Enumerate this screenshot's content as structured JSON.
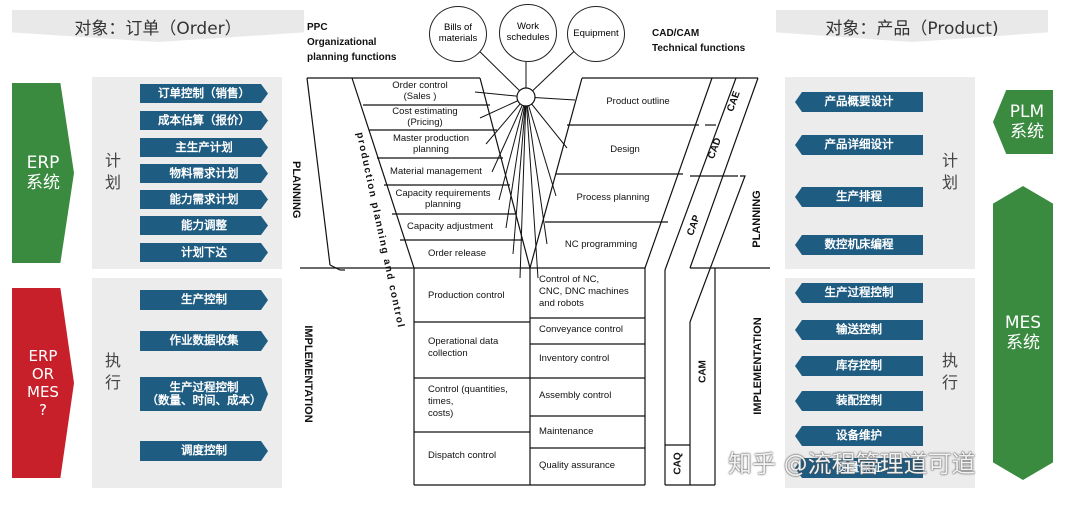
{
  "header_left": "对象：订单（Order）",
  "header_right": "对象：产品（Product)",
  "left_top": {
    "system": "ERP\n系统",
    "label": "计\n划",
    "items": [
      "订单控制（销售）",
      "成本估算（报价）",
      "主生产计划",
      "物料需求计划",
      "能力需求计划",
      "能力调整",
      "计划下达"
    ]
  },
  "left_bottom": {
    "system": "ERP\nOR\nMES\n?",
    "label": "执\n行",
    "items": [
      "生产控制",
      "作业数据收集",
      "生产过程控制\n（数量、时间、成本）",
      "调度控制"
    ]
  },
  "right_top": {
    "system": "PLM\n系统",
    "label": "计\n划",
    "items": [
      "产品概要设计",
      "产品详细设计",
      "生产排程",
      "数控机床编程"
    ]
  },
  "right_bottom": {
    "system": "MES\n系统",
    "label": "执\n行",
    "items": [
      "生产过程控制",
      "输送控制",
      "库存控制",
      "装配控制",
      "设备维护",
      "质量保证"
    ]
  },
  "diagram": {
    "ppc_title": "PPC\nOrganizational\nplanning   functions",
    "cad_title": "CAD/CAM\nTechnical functions",
    "circles": [
      "Bills of\nmaterials",
      "Work\nschedules",
      "Equipment"
    ],
    "ppc_items": [
      "Order control\n(Sales )",
      "Cost estimating\n(Pricing)",
      "Master production\nplanning",
      "Material management",
      "Capacity requirements\nplanning",
      "Capacity adjustment",
      "Order release"
    ],
    "cad_items": [
      "Product outline",
      "Design",
      "Process planning",
      "NC programming"
    ],
    "impl_left": [
      "Production control",
      "Operational data\ncollection",
      "Control   (quantities,\n               times,\n               costs)",
      "Dispatch control"
    ],
    "impl_right": [
      "Control of NC,\nCNC, DNC machines\nand robots",
      "Conveyance control",
      "Inventory control",
      "Assembly control",
      "Maintenance",
      "Quality assurance"
    ],
    "vertical_ppc": "production  planning  and  control",
    "planning": "PLANNING",
    "implementation": "IMPLEMENTATION",
    "cae": "CAE",
    "cad": "CAD",
    "cap": "CAP",
    "cam": "CAM",
    "caq": "CAQ"
  },
  "watermark": "知乎 @流程管理道可道",
  "colors": {
    "green": "#3a8a3f",
    "red": "#c8202a",
    "tag_blue": "#1f5c82",
    "panel": "#ececec"
  }
}
